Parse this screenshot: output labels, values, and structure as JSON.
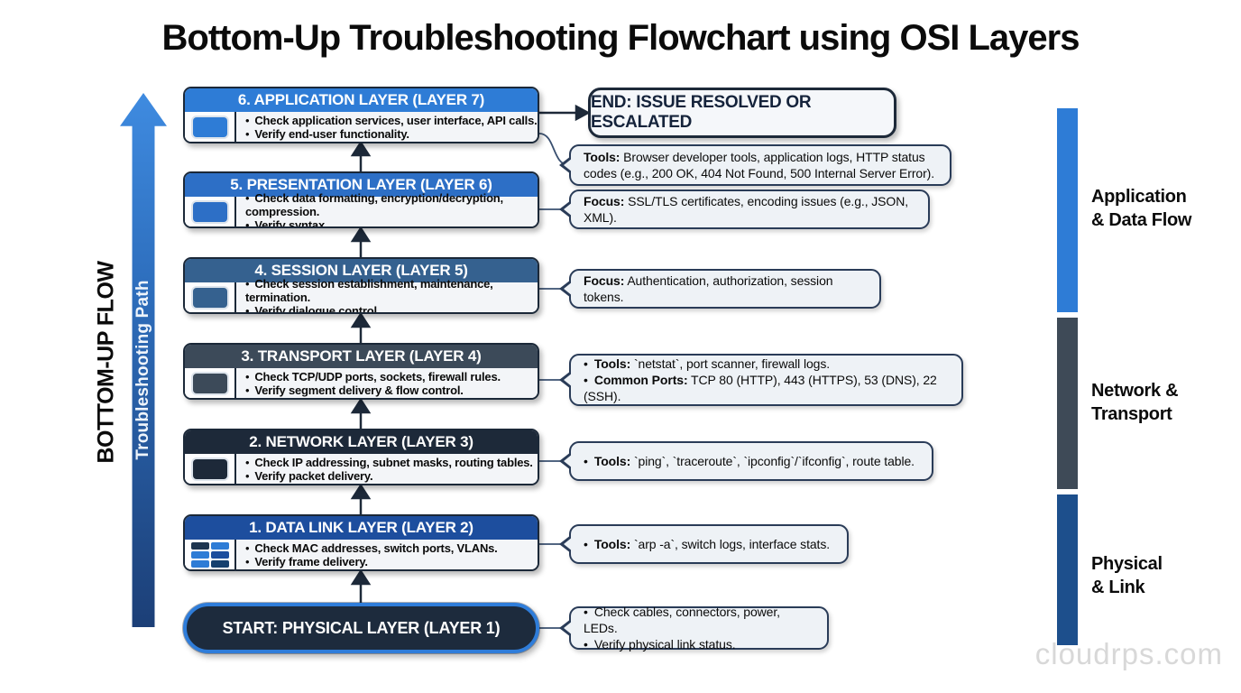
{
  "title": "Bottom-Up Troubleshooting Flowchart using OSI Layers",
  "left_rail": {
    "flow_label": "BOTTOM-UP FLOW",
    "arrow_label": "Troubleshooting Path"
  },
  "end_box": {
    "label": "END: ISSUE RESOLVED OR ESCALATED"
  },
  "start_box": {
    "label": "START: PHYSICAL LAYER (LAYER 1)"
  },
  "layers": [
    {
      "title": "6. APPLICATION LAYER (LAYER 7)",
      "bullets": [
        "Check application services, user interface, API calls.",
        "Verify end-user functionality."
      ],
      "header_color": "#2e7cd6",
      "icon": "app-window-icon"
    },
    {
      "title": "5. PRESENTATION LAYER (LAYER 6)",
      "bullets": [
        "Check data formatting, encryption/decryption, compression.",
        "Verify syntax."
      ],
      "header_color": "#2d6fc6",
      "icon": "data-format-icon"
    },
    {
      "title": "4. SESSION LAYER (LAYER 5)",
      "bullets": [
        "Check session establishment, maintenance, termination.",
        "Verify dialogue control."
      ],
      "header_color": "#35618f",
      "icon": "session-icon"
    },
    {
      "title": "3. TRANSPORT LAYER (LAYER 4)",
      "bullets": [
        "Check TCP/UDP ports, sockets, firewall rules.",
        "Verify segment delivery & flow control."
      ],
      "header_color": "#3c4a59",
      "icon": "transport-icon"
    },
    {
      "title": "2. NETWORK LAYER (LAYER 3)",
      "bullets": [
        "Check IP addressing, subnet masks, routing tables.",
        "Verify packet delivery."
      ],
      "header_color": "#1d2939",
      "icon": "network-icon"
    },
    {
      "title": "1. DATA LINK LAYER (LAYER 2)",
      "bullets": [
        "Check MAC addresses, switch ports, VLANs.",
        "Verify frame delivery."
      ],
      "header_color": "#1d4e9e",
      "icon": "switch-ports-icon"
    }
  ],
  "callouts": [
    {
      "lines": [
        {
          "lead": "Tools:",
          "rest": " Browser developer tools, application logs, HTTP status codes (e.g., 200 OK, 404 Not Found, 500 Internal Server Error)."
        }
      ]
    },
    {
      "lines": [
        {
          "lead": "Focus:",
          "rest": " SSL/TLS certificates, encoding issues (e.g., JSON, XML)."
        }
      ]
    },
    {
      "lines": [
        {
          "lead": "Focus:",
          "rest": " Authentication, authorization, session tokens."
        }
      ]
    },
    {
      "lines": [
        {
          "lead": "Tools:",
          "rest": " `netstat`, port scanner, firewall logs."
        },
        {
          "lead": "Common Ports:",
          "rest": " TCP 80 (HTTP), 443 (HTTPS), 53 (DNS), 22 (SSH)."
        }
      ]
    },
    {
      "lines": [
        {
          "lead": "Tools:",
          "rest": " `ping`, `traceroute`, `ipconfig`/`ifconfig`, route table."
        }
      ]
    },
    {
      "lines": [
        {
          "lead": "Tools:",
          "rest": " `arp -a`, switch logs, interface stats."
        }
      ]
    },
    {
      "lines": [
        {
          "lead": "",
          "rest": "Check cables, connectors, power, LEDs."
        },
        {
          "lead": "",
          "rest": "Verify physical link status."
        }
      ]
    }
  ],
  "legend": [
    {
      "line1": "Application",
      "line2": "& Data Flow",
      "color": "#2e7cd6"
    },
    {
      "line1": "Network &",
      "line2": "Transport",
      "color": "#3e4a57"
    },
    {
      "line1": "Physical",
      "line2": "& Link",
      "color": "#1d4f8c"
    }
  ],
  "watermark": "cloudrps.com",
  "colors": {
    "accent_blue": "#2e7cd6",
    "royal_blue": "#1d4e9e",
    "steel_blue": "#35618f",
    "slate": "#3e4a57",
    "dark_navy": "#1d2939",
    "start_fill": "#1d2b3d",
    "callout_fill": "#eef2f6"
  }
}
